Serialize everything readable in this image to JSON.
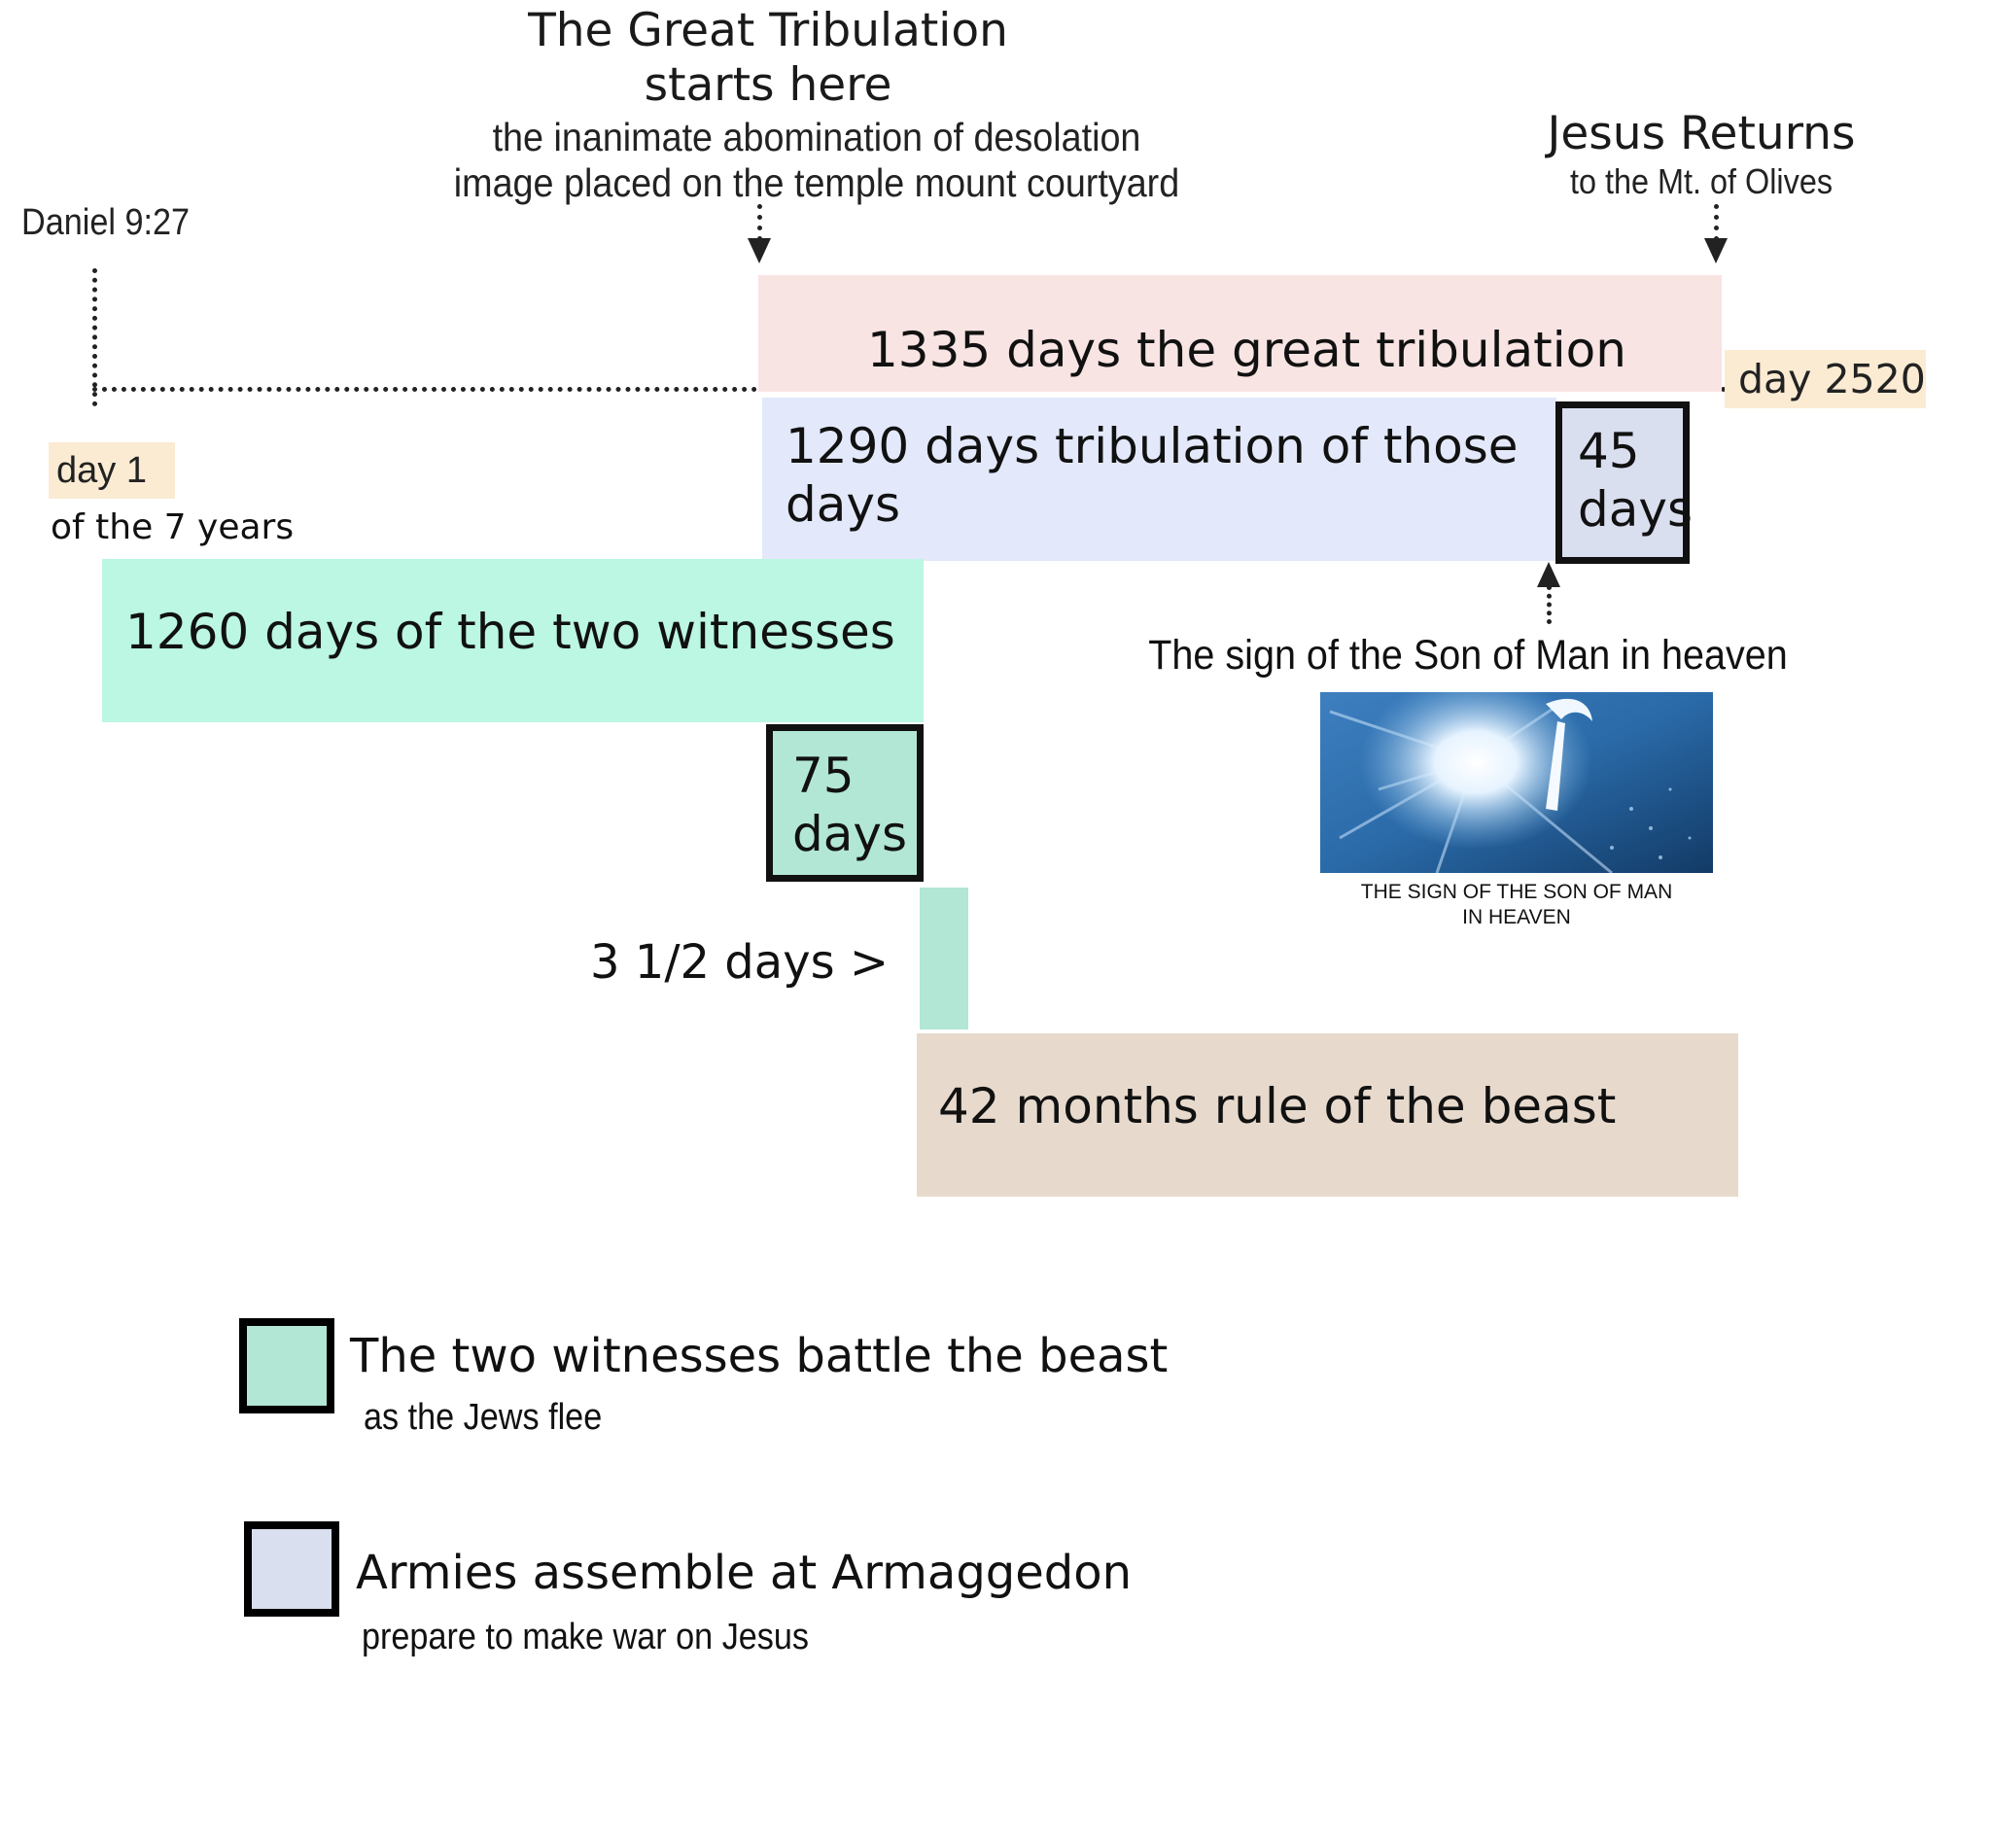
{
  "header": {
    "great_tribulation_title": "The Great Tribulation",
    "great_tribulation_title_2": "starts here",
    "great_tribulation_sub_1": "the inanimate abomination of desolation",
    "great_tribulation_sub_2": "image placed on the temple mount courtyard",
    "jesus_returns_title": "Jesus Returns",
    "jesus_returns_sub": "to the Mt. of Olives",
    "daniel_ref": "Daniel 9:27"
  },
  "markers": {
    "day_start": "day 1",
    "day_start_sub": "of the 7 years",
    "day_end": "day 2520"
  },
  "periods": {
    "p1335": "1335 days the great tribulation",
    "p1290": "1290 days tribulation of those days",
    "p45": "45 days",
    "p1260": "1260 days of the two witnesses",
    "p75": "75 days",
    "p3half": "3 1/2 days >",
    "p42": "42 months rule of the beast"
  },
  "sign": {
    "label": "The sign of the Son of Man in heaven",
    "caption_1": "THE SIGN OF THE SON OF MAN",
    "caption_2": "IN HEAVEN"
  },
  "legend": {
    "item1_title": "The two witnesses battle the beast",
    "item1_sub": "as the Jews flee",
    "item2_title": "Armies assemble at Armaggedon",
    "item2_sub": "prepare to make war on Jesus"
  },
  "colors": {
    "great_tribulation": "#f8e4e3",
    "tribulation_1290": "#e3e9fa",
    "box_45": "#dadff0",
    "witnesses_1260": "#bbf7e2",
    "box_75": "#b2e7d5",
    "beast_42": "#e7dacd",
    "day_marker": "#fbebd3"
  }
}
